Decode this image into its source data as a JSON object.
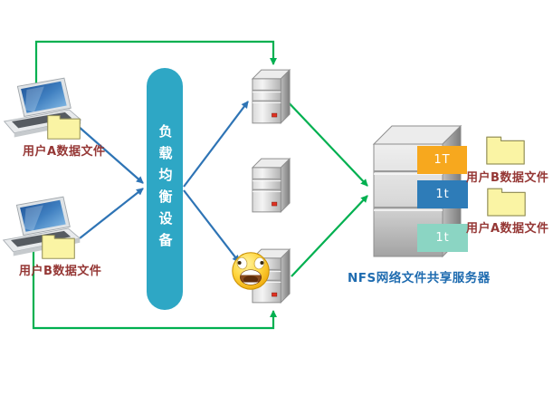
{
  "clients": {
    "a_label": "用户A数据文件",
    "b_label": "用户B数据文件"
  },
  "load_balancer": {
    "label": "负载均衡设备",
    "fill_color": "#2EA7C5"
  },
  "nfs": {
    "label": "NFS网络文件共享服务器",
    "storage_blocks": [
      {
        "label": "1T",
        "color": "#F7A81E"
      },
      {
        "label": "1t",
        "color": "#2E7CB8"
      },
      {
        "label": "1t",
        "color": "#8BD5C3"
      }
    ],
    "outputs": {
      "b_label": "用户B数据文件",
      "a_label": "用户A数据文件"
    }
  },
  "colors": {
    "flow_green": "#00B050",
    "flow_blue": "#2E74B5",
    "client_label_red": "#953735",
    "nfs_label_blue": "#1F6CB0",
    "folder_fill": "#FAF4A4",
    "server_led_red": "#E03020"
  },
  "icons": {
    "client": "laptop-icon",
    "file": "folder-icon",
    "server": "server-tower-icon",
    "overload": "angry-face-icon"
  }
}
